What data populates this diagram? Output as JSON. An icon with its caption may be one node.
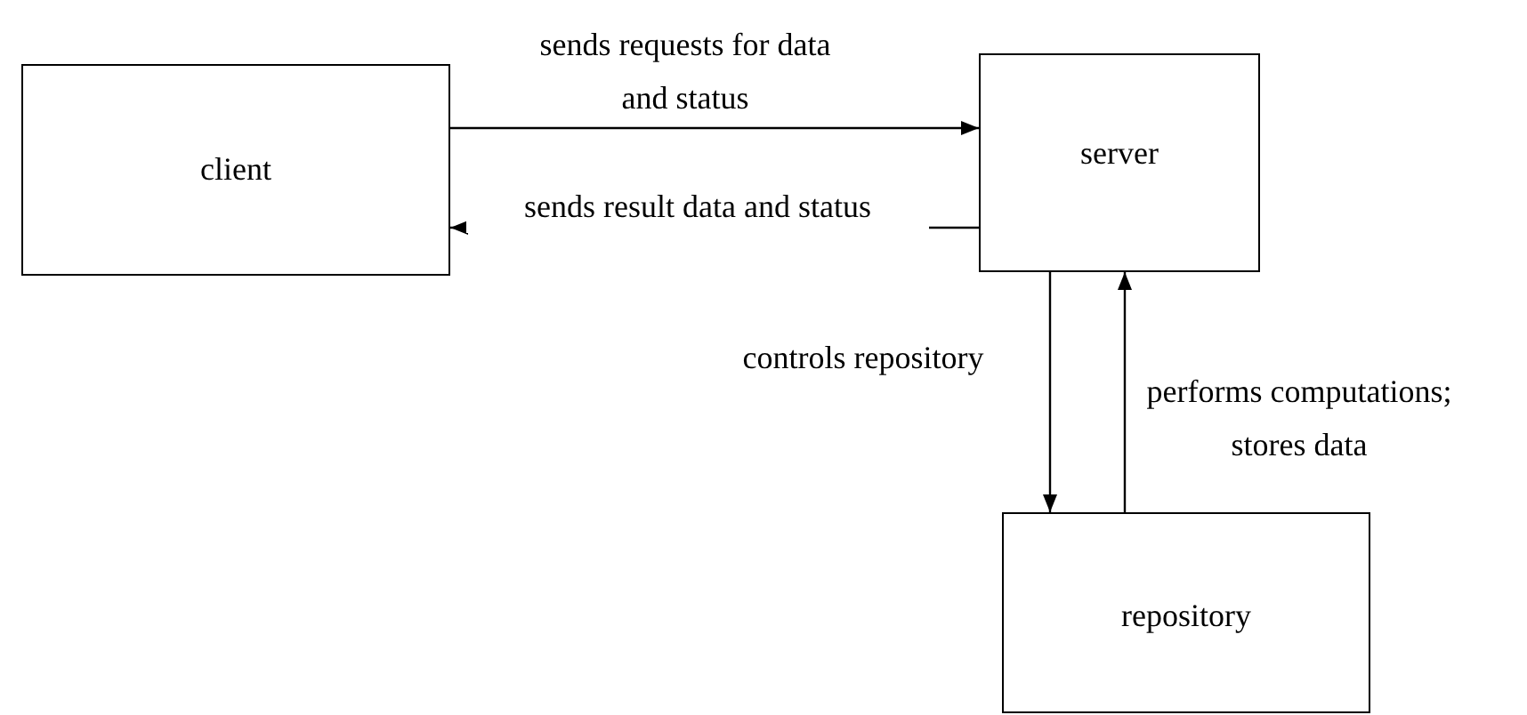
{
  "diagram": {
    "nodes": [
      {
        "text": [
          "client"
        ]
      },
      {
        "text": [
          "server"
        ]
      },
      {
        "text": [
          "repository"
        ]
      }
    ],
    "edges": [
      {
        "from": 0,
        "to": 1,
        "arrow": "to",
        "label": "sends requests for data and status"
      },
      {
        "from": 1,
        "to": 0,
        "arrow": "to",
        "label": "sends result data and status"
      },
      {
        "from": 1,
        "to": 2,
        "arrow": "to",
        "label": "controls repository"
      },
      {
        "from": 2,
        "to": 1,
        "arrow": "to",
        "label": "performs computations; stores data"
      }
    ]
  }
}
